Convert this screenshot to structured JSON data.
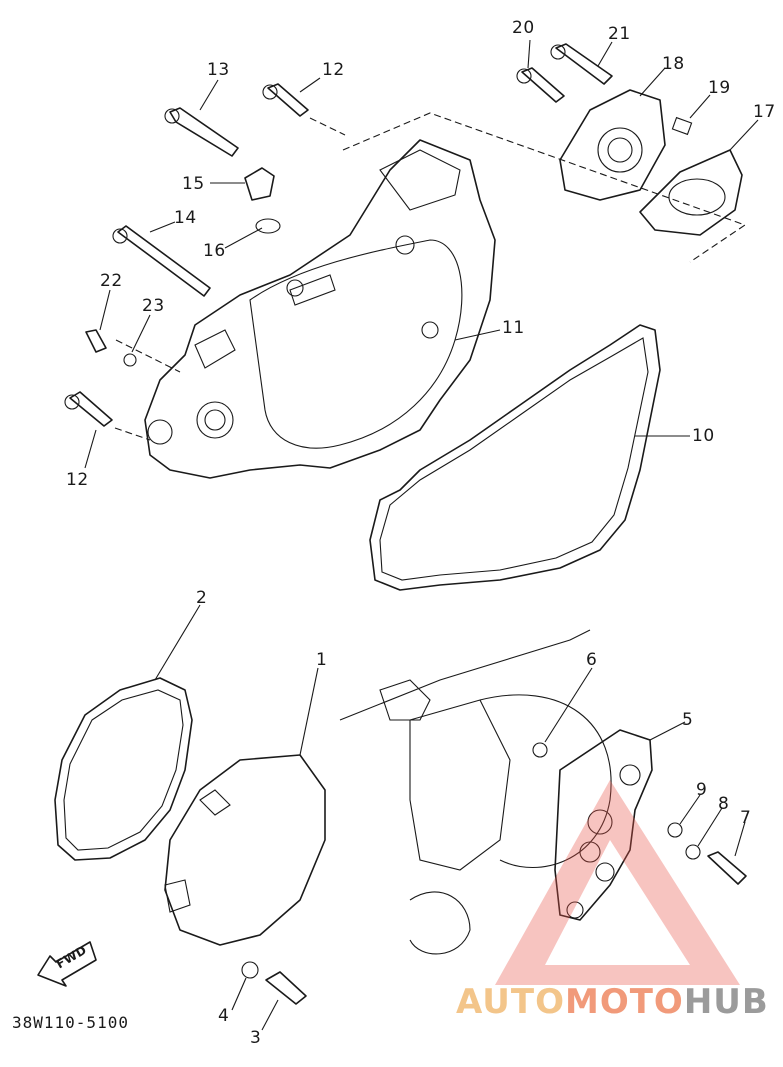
{
  "diagram": {
    "part_code": "38W110-5100",
    "fwd_label": "FWD",
    "callouts": {
      "c1": "1",
      "c2": "2",
      "c3": "3",
      "c4": "4",
      "c5": "5",
      "c6": "6",
      "c7": "7",
      "c8": "8",
      "c9": "9",
      "c10": "10",
      "c11": "11",
      "c12a": "12",
      "c12b": "12",
      "c13": "13",
      "c14": "14",
      "c15": "15",
      "c16": "16",
      "c17": "17",
      "c18": "18",
      "c19": "19",
      "c20": "20",
      "c21": "21",
      "c22": "22",
      "c23": "23"
    }
  },
  "watermark": {
    "part1": "AUTO",
    "part2": "MOTO",
    "part3": "HUB",
    "colors": {
      "auto": "#f3c58a",
      "moto": "#f19a7a",
      "hub": "#9b9b9b",
      "triangle": "#e8554a"
    }
  }
}
